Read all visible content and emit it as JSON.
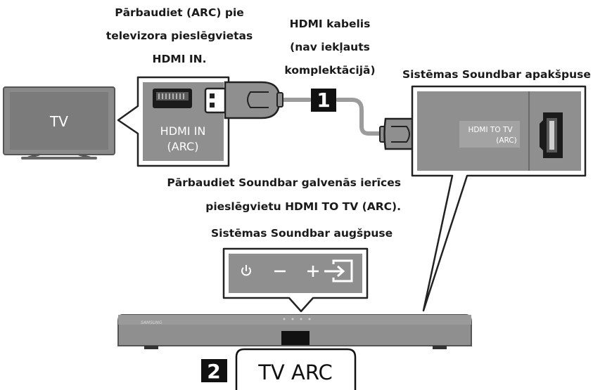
{
  "labels": {
    "check_tv_port": [
      "Pārbaudiet (ARC) pie",
      "televizora pieslēgvietas",
      "HDMI IN."
    ],
    "hdmi_cable": [
      "HDMI kabelis",
      "(nav iekļauts",
      "komplektācijā)"
    ],
    "soundbar_bottom": "Sistēmas Soundbar apakšpuse",
    "check_soundbar_port": [
      "Pārbaudiet Soundbar galvenās ierīces",
      "pieslēgvietu HDMI TO TV (ARC)."
    ],
    "soundbar_top": "Sistēmas Soundbar augšpuse"
  },
  "tv": {
    "label": "TV"
  },
  "tv_port": {
    "line1": "HDMI IN",
    "line2": "(ARC)"
  },
  "soundbar_port": {
    "line1": "HDMI TO TV",
    "line2": "(ARC)"
  },
  "soundbar": {
    "brand": "SAMSUNG"
  },
  "controls": {
    "power": "power-icon",
    "minus": "−",
    "plus": "+",
    "source": "source-icon"
  },
  "steps": {
    "step1": "1",
    "step2": "2",
    "step2_text": "TV ARC"
  }
}
